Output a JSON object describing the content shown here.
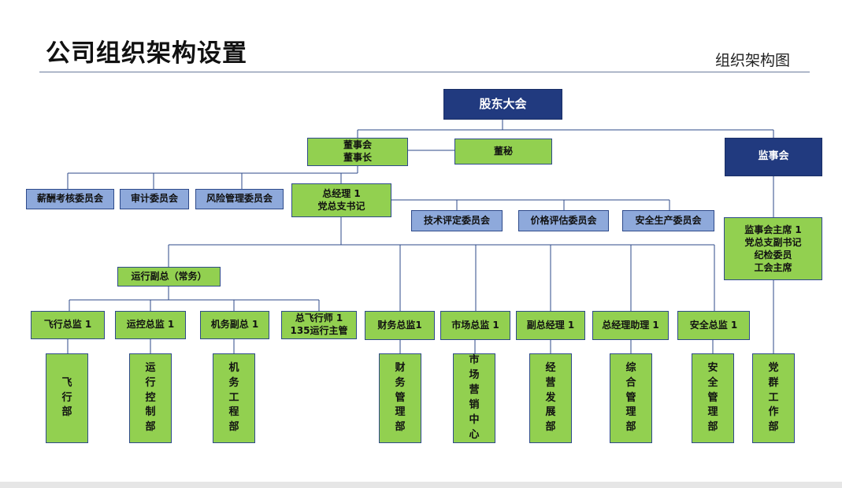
{
  "header": {
    "title": "公司组织架构设置",
    "subtitle": "组织架构图"
  },
  "colors": {
    "navy": "#213a7f",
    "green": "#92d050",
    "lavender": "#8ea9db",
    "line": "#2e4a8a"
  },
  "nodes": {
    "shareholders": "股东大会",
    "board": [
      "董事会",
      "董事长"
    ],
    "board_secretary": "董秘",
    "supervisory_board": "监事会",
    "compensation_committee": "薪酬考核委员会",
    "audit_committee": "审计委员会",
    "risk_committee": "风险管理委员会",
    "general_manager": [
      "总经理 1",
      "党总支书记"
    ],
    "tech_committee": "技术评定委员会",
    "price_committee": "价格评估委员会",
    "safety_committee": "安全生产委员会",
    "supervisory_chair": [
      "监事会主席 1",
      "党总支副书记",
      "纪检委员",
      "工会主席"
    ],
    "ops_vp": "运行副总（常务）",
    "flight_director": "飞行总监 1",
    "ops_control_director": "运控总监 1",
    "maintenance_vp": "机务副总 1",
    "chief_pilot": [
      "总飞行师 1",
      "135运行主管"
    ],
    "finance_director": "财务总监1",
    "market_director": "市场总监 1",
    "deputy_gm": "副总经理 1",
    "gm_assistant": "总经理助理 1",
    "safety_director": "安全总监 1"
  },
  "departments": {
    "flight": "飞行部",
    "ops_control": "运行控制部",
    "maintenance": "机务工程部",
    "finance": "财务管理部",
    "marketing": "市场营销中心",
    "development": "经营发展部",
    "admin": "综合管理部",
    "safety": "安全管理部",
    "party": "党群工作部"
  }
}
